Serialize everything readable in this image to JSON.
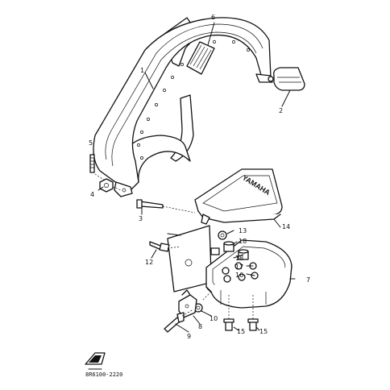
{
  "callouts": {
    "c1": "1",
    "c2": "2",
    "c3": "3",
    "c4": "4",
    "c5": "5",
    "c6": "6",
    "c7": "7",
    "c8": "8",
    "c9": "9",
    "c10": "10",
    "c12": "12",
    "c13": "13",
    "c14": "14",
    "c15a": "15",
    "c15b": "15",
    "c16": "16",
    "c17": "17",
    "c18a": "18",
    "c18b": "18"
  },
  "cover_logo": "YAMAHA",
  "diagram_code": "8R6100-2220",
  "colors": {
    "ink": "#111111",
    "paper": "#ffffff"
  }
}
